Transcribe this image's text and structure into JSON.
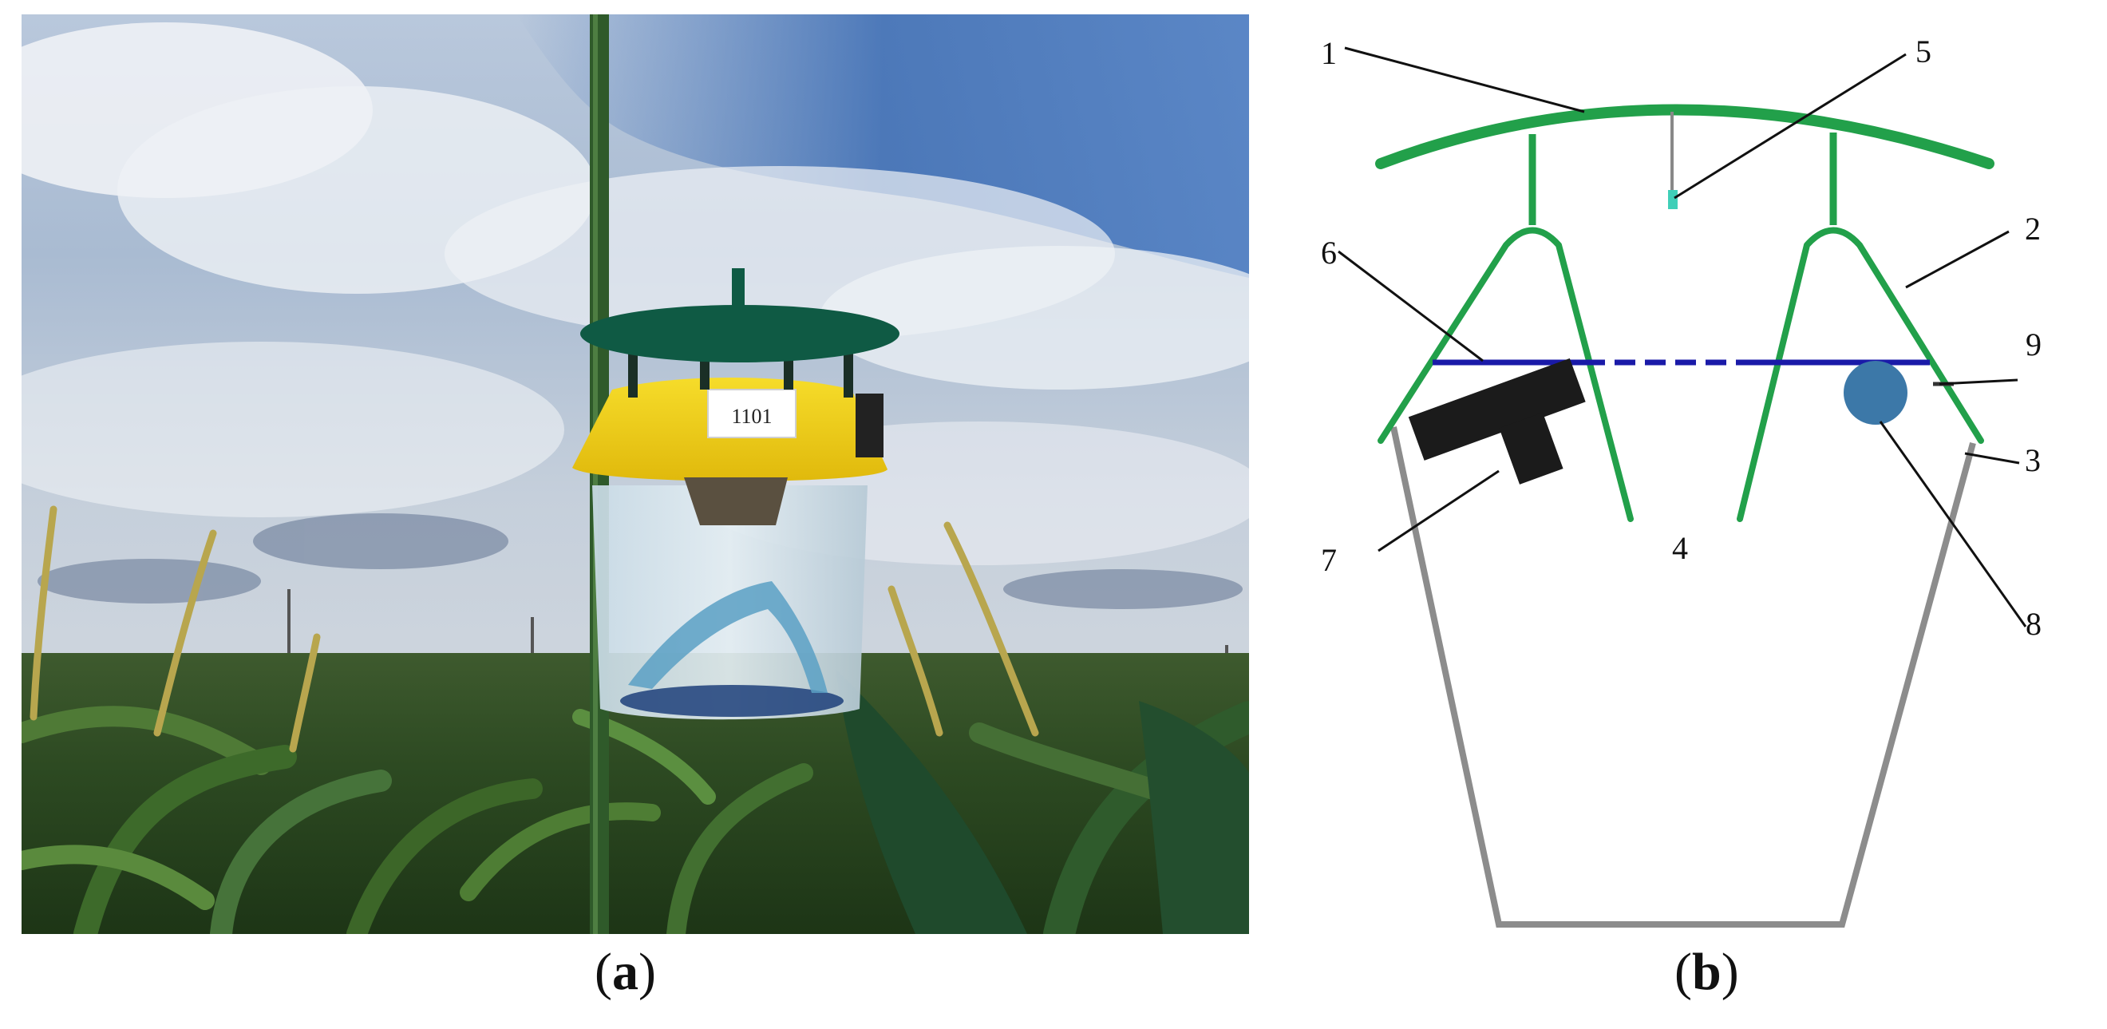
{
  "figure": {
    "panels": [
      {
        "id": "a",
        "caption_open": "(",
        "caption_letter": "a",
        "caption_close": ")"
      },
      {
        "id": "b",
        "caption_open": "(",
        "caption_letter": "b",
        "caption_close": ")"
      }
    ],
    "trap_tag_text": "1101"
  },
  "diagram": {
    "callouts": [
      "1",
      "2",
      "3",
      "4",
      "5",
      "6",
      "7",
      "8",
      "9"
    ]
  },
  "colors": {
    "trap_frame_green": "#22a04a",
    "sensor_teal": "#3fcfb8",
    "platform_blue": "#1a1aa8",
    "body_black": "#1b1b1b",
    "sphere_blue": "#3c78a8",
    "bucket_gray": "#8c8c8c",
    "lid_yellow": "#f2d21a",
    "lid_green": "#0f5a44"
  }
}
